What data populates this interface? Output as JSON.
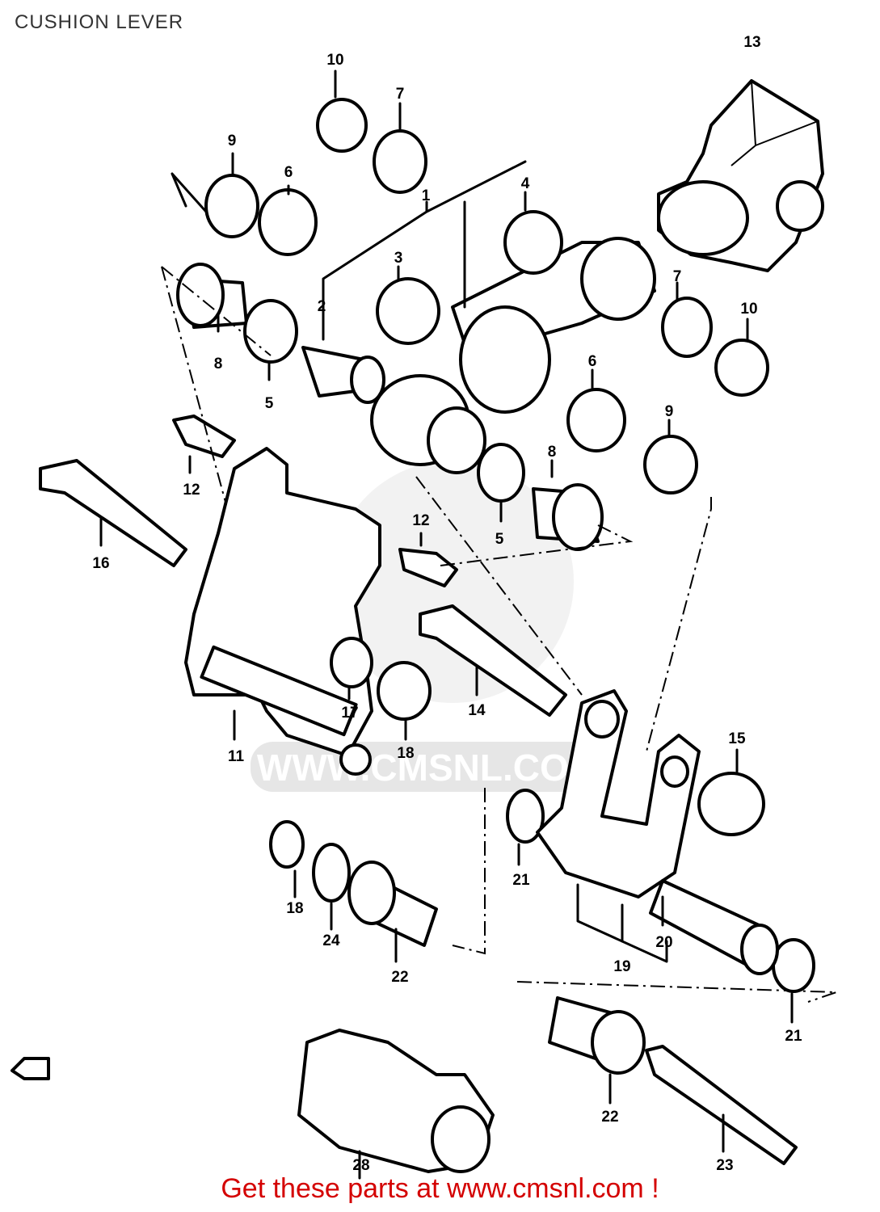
{
  "header": {
    "title": "CUSHION LEVER"
  },
  "watermark": {
    "text": "WWW.CMSNL.COM"
  },
  "footer": {
    "text": "Get these parts at www.cmsnl.com !"
  },
  "colors": {
    "footer": "#d40000",
    "line": "#000000",
    "watermark": "#e6e6e6"
  },
  "callouts": {
    "c1": "1",
    "c2": "2",
    "c3": "3",
    "c4": "4",
    "c5a": "5",
    "c5b": "5",
    "c6a": "6",
    "c6b": "6",
    "c7a": "7",
    "c7b": "7",
    "c8a": "8",
    "c8b": "8",
    "c9a": "9",
    "c9b": "9",
    "c10a": "10",
    "c10b": "10",
    "c11": "11",
    "c12a": "12",
    "c12b": "12",
    "c13": "13",
    "c14": "14",
    "c15": "15",
    "c16": "16",
    "c17": "17",
    "c18a": "18",
    "c18b": "18",
    "c19": "19",
    "c20": "20",
    "c21a": "21",
    "c21b": "21",
    "c22a": "22",
    "c22b": "22",
    "c23": "23",
    "c24": "24",
    "c28": "28"
  }
}
